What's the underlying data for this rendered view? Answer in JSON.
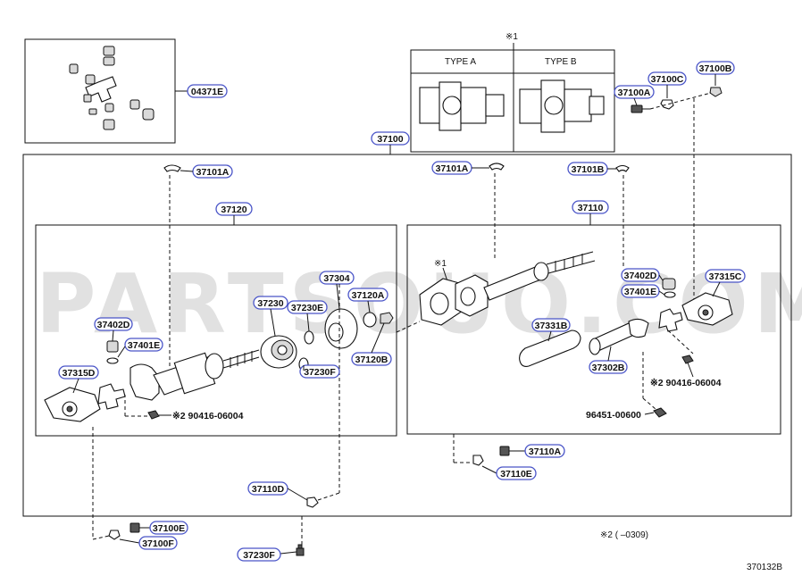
{
  "diagram": {
    "watermark": "PARTSOUQ.COM",
    "figure_code": "370132B",
    "note_footer": "※2 (      –0309)",
    "inset": {
      "ref_mark": "※1",
      "type_a": "TYPE A",
      "type_b": "TYPE B"
    },
    "marks": {
      "m1": "※1"
    },
    "labels": {
      "p04371e": "04371E",
      "p37100": "37100",
      "p37100b_top": "37100B",
      "p37100c": "37100C",
      "p37100a": "37100A",
      "p37101a_l": "37101A",
      "p37101a_r": "37101A",
      "p37101b": "37101B",
      "p37120": "37120",
      "p37110": "37110",
      "p37304": "37304",
      "p37230": "37230",
      "p37230e": "37230E",
      "p37120a": "37120A",
      "p37230f": "37230F",
      "p37120b": "37120B",
      "p37402d_l": "37402D",
      "p37401e_l": "37401E",
      "p37315d": "37315D",
      "p90416_l": "※2 90416-06004",
      "p37402d_r": "37402D",
      "p37401e_r": "37401E",
      "p37315c": "37315C",
      "p37331b": "37331B",
      "p37302b": "37302B",
      "p90416_r": "※2 90416-06004",
      "p96451": "96451-00600",
      "p37110a": "37110A",
      "p37110e": "37110E",
      "p37110d": "37110D",
      "p37100e": "37100E",
      "p37100f": "37100F",
      "p37230f_b": "37230F"
    }
  }
}
